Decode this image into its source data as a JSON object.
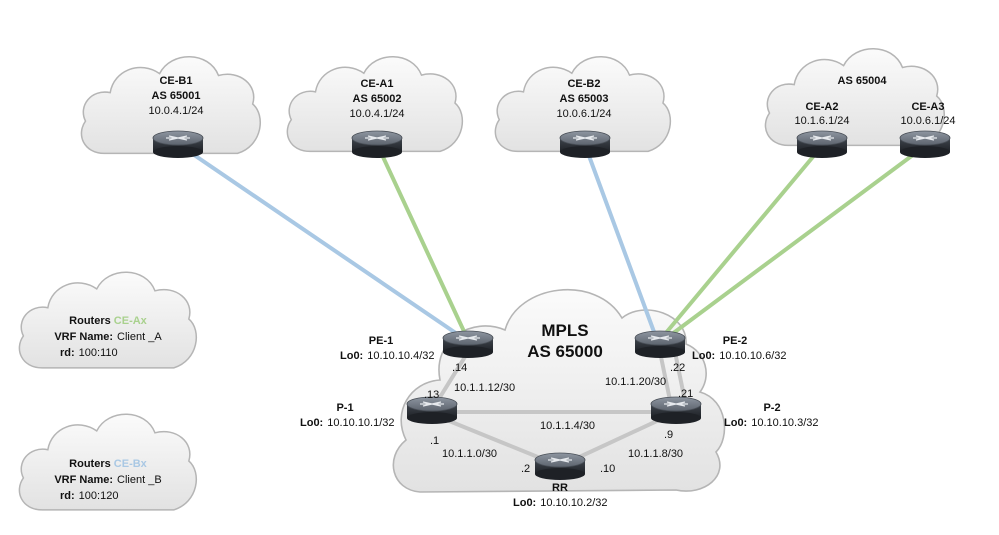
{
  "colors": {
    "link_a": "#a9d18e",
    "link_b": "#a9c8e4",
    "link_core": "#c6c6c6",
    "cloud_fill": "#efefef",
    "cloud_stroke": "#b5b5b5",
    "router_body": "#3a3f47",
    "text": "#111111"
  },
  "customer_sites": [
    {
      "name": "CE-B1",
      "as": "AS 65001",
      "subnet": "10.0.4.1/24"
    },
    {
      "name": "CE-A1",
      "as": "AS 65002",
      "subnet": "10.0.4.1/24"
    },
    {
      "name": "CE-B2",
      "as": "AS 65003",
      "subnet": "10.0.6.1/24"
    }
  ],
  "shared_site": {
    "as": "AS 65004",
    "routers": [
      {
        "name": "CE-A2",
        "subnet": "10.1.6.1/24"
      },
      {
        "name": "CE-A3",
        "subnet": "10.0.6.1/24"
      }
    ]
  },
  "mpls": {
    "title": "MPLS",
    "as": "AS 65000"
  },
  "core_routers": [
    {
      "name": "PE-1",
      "lo_label": "Lo0:",
      "lo_ip": "10.10.10.4/32"
    },
    {
      "name": "PE-2",
      "lo_label": "Lo0:",
      "lo_ip": "10.10.10.6/32"
    },
    {
      "name": "P-1",
      "lo_label": "Lo0:",
      "lo_ip": "10.10.10.1/32"
    },
    {
      "name": "P-2",
      "lo_label": "Lo0:",
      "lo_ip": "10.10.10.3/32"
    },
    {
      "name": "RR",
      "lo_label": "Lo0:",
      "lo_ip": "10.10.10.2/32"
    }
  ],
  "subnets": [
    "10.1.1.12/30",
    "10.1.1.20/30",
    "10.1.1.4/30",
    "10.1.1.0/30",
    "10.1.1.8/30"
  ],
  "interfaces": [
    ".14",
    ".13",
    ".22",
    ".21",
    ".1",
    ".2",
    ".9",
    ".10"
  ],
  "legend": [
    {
      "prefix": "Routers ",
      "group": "CE-Ax",
      "vrf_label": "VRF Name:",
      "vrf": "Client _A",
      "rd_label": "rd:",
      "rd": "100:110"
    },
    {
      "prefix": "Routers ",
      "group": "CE-Bx",
      "vrf_label": "VRF Name:",
      "vrf": "Client _B",
      "rd_label": "rd:",
      "rd": "100:120"
    }
  ]
}
